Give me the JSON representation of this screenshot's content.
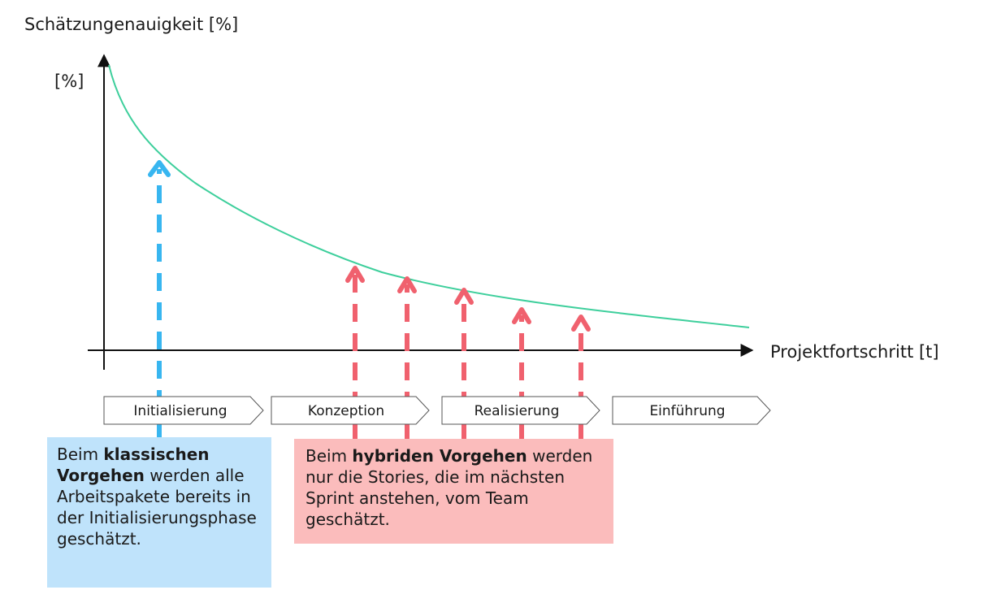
{
  "diagram": {
    "y_axis_title": "Schätzungenauigkeit [%]",
    "y_axis_unit": "[%]",
    "x_axis_title": "Projektfortschritt [t]",
    "phases": [
      "Initialisierung",
      "Konzeption",
      "Realisierung",
      "Einführung"
    ],
    "colors": {
      "curve": "#3ecf9c",
      "classic_arrow": "#38b6f0",
      "hybrid_arrow": "#f0616e",
      "classic_box": "#bfe3fb",
      "hybrid_box": "#fbbcbc"
    },
    "classic_note": {
      "pre": "Beim ",
      "bold": "klassischen Vorgehen",
      "post": " werden alle Arbeitspakete bereits in der Initialisierungsphase geschätzt."
    },
    "hybrid_note": {
      "pre": "Beim ",
      "bold": "hybriden Vorgehen",
      "post": " werden nur die Stories, die im nächsten Sprint anstehen, vom Team geschätzt."
    }
  }
}
